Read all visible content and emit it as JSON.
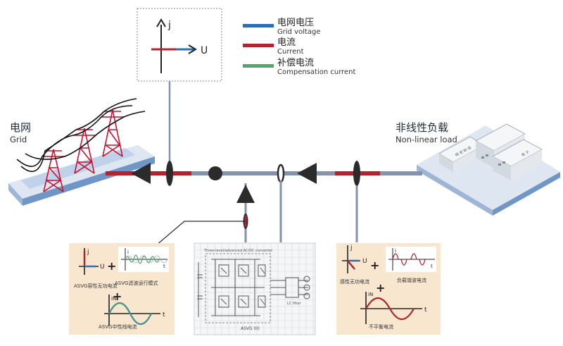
{
  "legend": [
    {
      "zh": "电网电压",
      "en": "Grid voltage",
      "color": "#2e6db4"
    },
    {
      "zh": "电流",
      "en": "Current",
      "color": "#b22330"
    },
    {
      "zh": "补偿电流",
      "en": "Compensation current",
      "color": "#4faa6a"
    }
  ],
  "grid": {
    "zh": "电网",
    "en": "Grid"
  },
  "load": {
    "zh": "非线性负载",
    "en": "Non-linear load"
  },
  "vector_inset": {
    "j": "j",
    "u": "U"
  },
  "left_panel": {
    "j": "j",
    "u": "U",
    "t": "t",
    "i": "i",
    "cap_reactive": "ASVG容性无功电流",
    "filter_mode": "ASVG滤波运行模式",
    "neutral": "ASVG中性线电流",
    "in_label": "iN"
  },
  "mid_panel": {
    "title": "Three-level/advanced AC/DC converter",
    "caption": "ASVG (II)",
    "lc_filter": "LC filter"
  },
  "right_panel": {
    "j": "j",
    "u": "U",
    "t": "t",
    "i": "i",
    "ind_reactive": "感性无功电流",
    "harmonic": "负载谐波电流",
    "unbalance": "不平衡电流",
    "in_label": "iN"
  },
  "building_signs": [
    "精 密 制 造",
    "电 子"
  ],
  "colors": {
    "line": "#8592ab",
    "red": "#b22330",
    "blue": "#2e6db4",
    "green": "#4faa6a",
    "panel": "#f8e6cf",
    "dark": "#2b2b2b"
  }
}
